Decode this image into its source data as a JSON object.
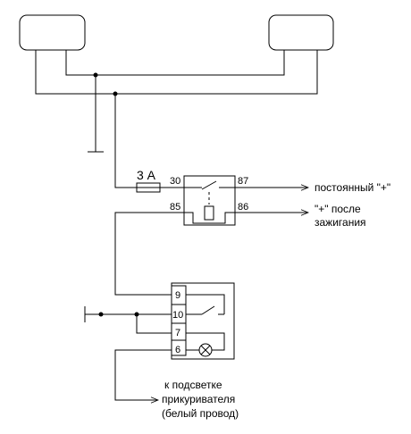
{
  "fuse": {
    "label": "3 А"
  },
  "relay": {
    "pin30": "30",
    "pin87": "87",
    "pin85": "85",
    "pin86": "86"
  },
  "outputs": {
    "constant_plus": "постоянный \"+\"",
    "ignition_plus_line1": "\"+\" после",
    "ignition_plus_line2": "зажигания"
  },
  "connector": {
    "pin9": "9",
    "pin10": "10",
    "pin7": "7",
    "pin6": "6"
  },
  "note": {
    "line1": "к подсветке",
    "line2": "прикуривателя",
    "line3": "(белый провод)"
  }
}
